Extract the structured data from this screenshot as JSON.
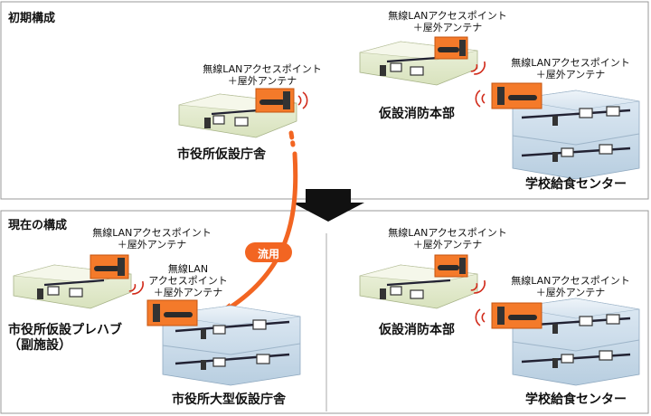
{
  "sections": {
    "initial_title": "初期構成",
    "current_title": "現在の構成"
  },
  "captions": {
    "ap_two_line": [
      "無線LANアクセスポイント",
      "＋屋外アンテナ"
    ],
    "ap_three_line": [
      "無線LAN",
      "アクセスポイント",
      "＋屋外アンテナ"
    ]
  },
  "places": {
    "temp_city_office": "市役所仮設庁舎",
    "temp_fire_hq": "仮設消防本部",
    "school_lunch_center": "学校給食センター",
    "city_office_prefab_line1": "市役所仮設プレハブ",
    "city_office_prefab_line2": "（副施設）",
    "city_office_large_temp": "市役所大型仮設庁舎"
  },
  "transfer_label": "流用",
  "colors": {
    "orange_device": "#f47a2a",
    "orange_arrow": "#f26522",
    "border": "#999999",
    "black_arrow": "#111111"
  }
}
